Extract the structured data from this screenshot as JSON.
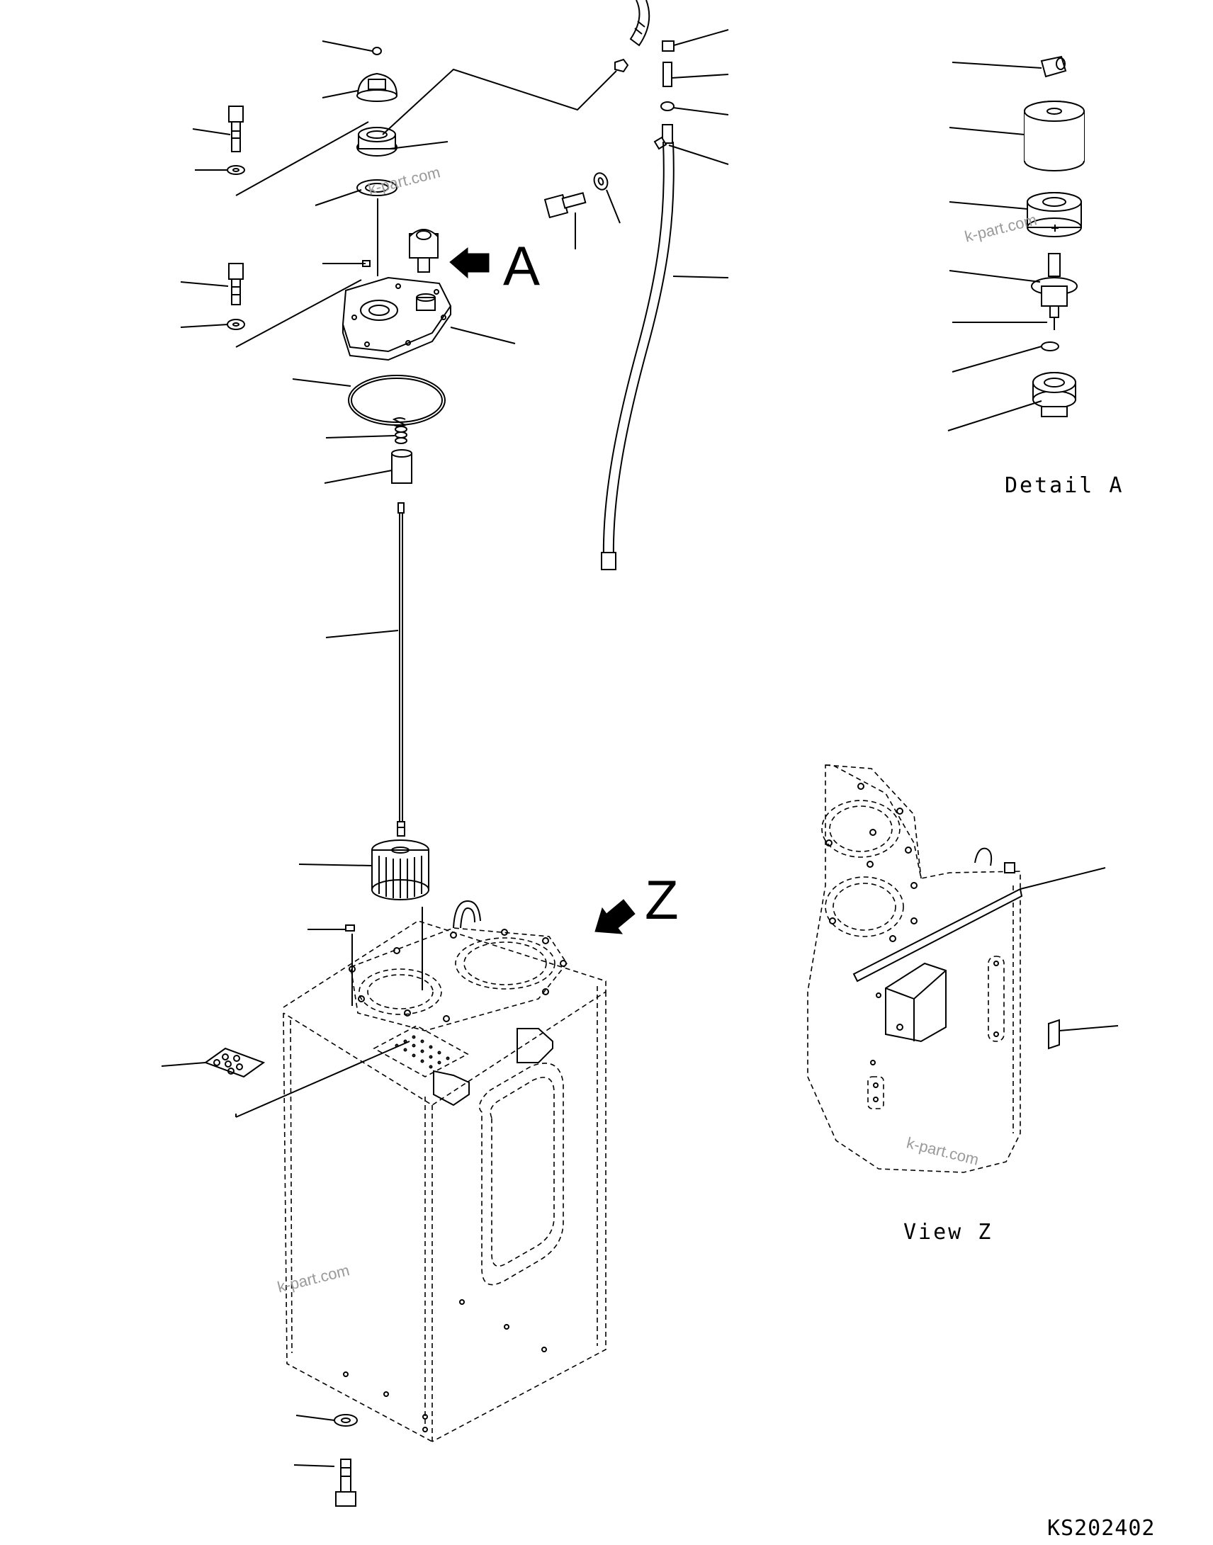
{
  "labels": {
    "view_a_letter": "A",
    "view_z_letter": "Z",
    "detail_a_caption": "Detail A",
    "view_z_caption": "View Z",
    "drawing_number": "KS202402"
  },
  "watermarks": [
    "k-part.com",
    "k-part.com",
    "k-part.com",
    "k-part.com"
  ],
  "colors": {
    "line": "#000000",
    "background": "#ffffff",
    "watermark": "#9a9a9a"
  },
  "icons": [
    "arrow-a-icon",
    "arrow-z-icon"
  ]
}
